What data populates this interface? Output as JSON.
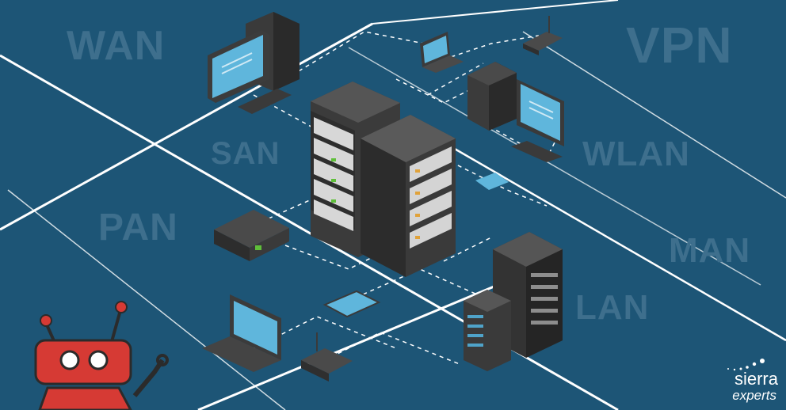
{
  "labels": {
    "wan": "WAN",
    "vpn": "VPN",
    "san": "SAN",
    "wlan": "WLAN",
    "pan": "PAN",
    "man": "MAN",
    "lan": "LAN"
  },
  "brand": {
    "name": "sierra",
    "sub": "experts"
  },
  "colors": {
    "background": "#1d5576",
    "label": "#3e6f8d",
    "line": "#ffffff",
    "server": "#3b3b3b",
    "screen": "#5fb6dc",
    "robot": "#d63a34",
    "led": "#5fbf3a"
  }
}
